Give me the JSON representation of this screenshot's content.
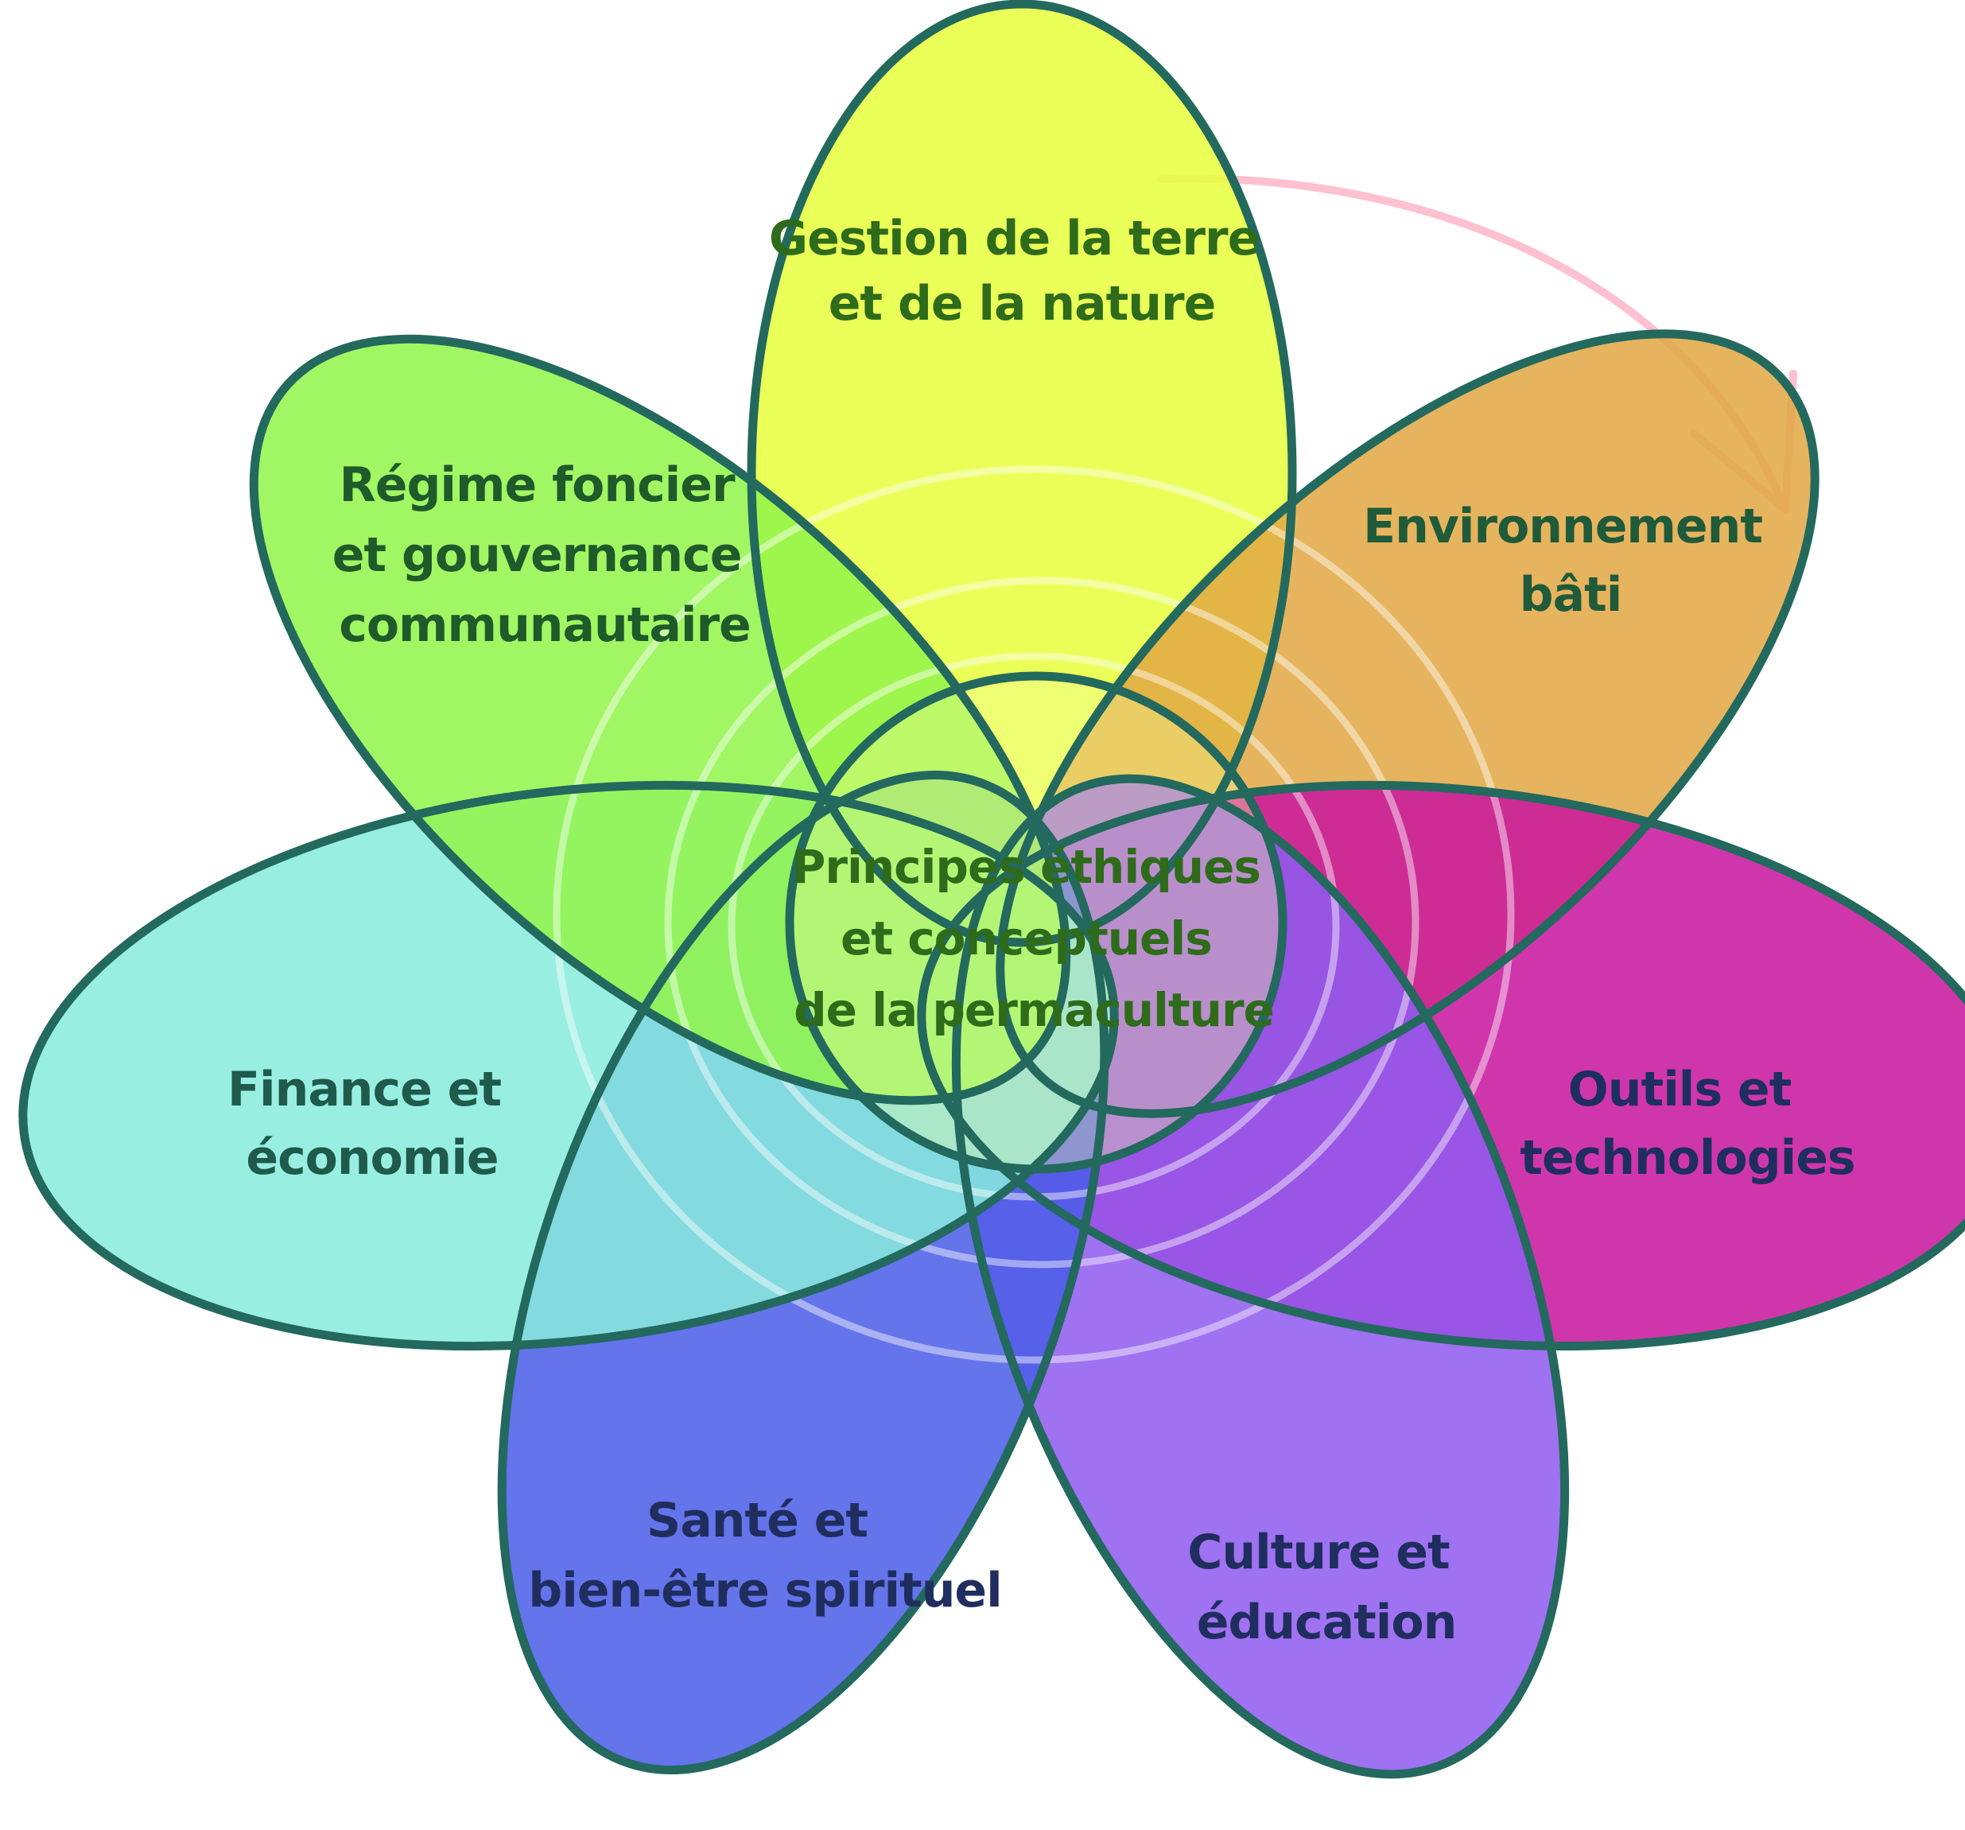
{
  "diagram": {
    "outline_color": "#23695E",
    "spiral_color": "#FFC0D0",
    "center": {
      "lines": [
        "Principes éthiques",
        "et conceptuels",
        "de la permaculture"
      ],
      "text_color": "#2E6B1A",
      "fill": "#F7FFA0"
    },
    "petals": [
      {
        "id": "land",
        "lines": [
          "Gestion de la terre",
          "et de la nature"
        ],
        "fill": "#E6FF3C",
        "text_color": "#2E6B1A"
      },
      {
        "id": "built",
        "lines": [
          "Environnement",
          "bâti"
        ],
        "fill": "#E2A843",
        "text_color": "#1F5A3A"
      },
      {
        "id": "tools",
        "lines": [
          "Outils et",
          "technologies"
        ],
        "fill": "#C8159E",
        "text_color": "#1F2E5E"
      },
      {
        "id": "culture",
        "lines": [
          "Culture et",
          "éducation"
        ],
        "fill": "#8F5BEF",
        "text_color": "#1F2E5E"
      },
      {
        "id": "health",
        "lines": [
          "Santé et",
          "bien-être spirituel"
        ],
        "fill": "#4A5DE8",
        "text_color": "#1F2E5E"
      },
      {
        "id": "finance",
        "lines": [
          "Finance et",
          "économie"
        ],
        "fill": "#88EBDD",
        "text_color": "#1F5A4A"
      },
      {
        "id": "tenure",
        "lines": [
          "Régime foncier",
          "et gouvernance",
          "communautaire"
        ],
        "fill": "#92F54A",
        "text_color": "#1F5A2A"
      }
    ]
  }
}
